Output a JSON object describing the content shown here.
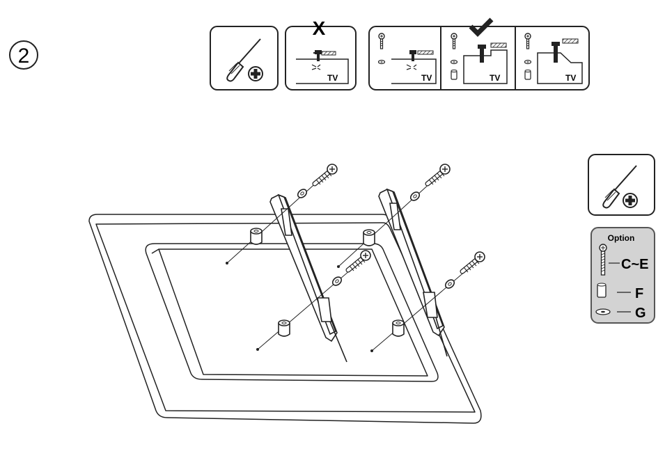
{
  "step": {
    "number": "2"
  },
  "instruction_strip": {
    "tool_icon": "phillips-screwdriver-icon",
    "wrong_mark": "X",
    "correct_mark": "✔",
    "tv_label_1": "TV",
    "tv_label_2": "TV",
    "tv_label_3": "TV",
    "tv_label_4": "TV"
  },
  "side_legend": {
    "tool_icon": "phillips-screwdriver-icon",
    "option_title": "Option",
    "items": [
      {
        "icon": "screw-icon",
        "label": "C~E"
      },
      {
        "icon": "spacer-icon",
        "label": "F"
      },
      {
        "icon": "washer-icon",
        "label": "G"
      }
    ]
  },
  "colors": {
    "line": "#222222",
    "panel_fill": "#d3d3d3",
    "panel_border": "#555555"
  }
}
